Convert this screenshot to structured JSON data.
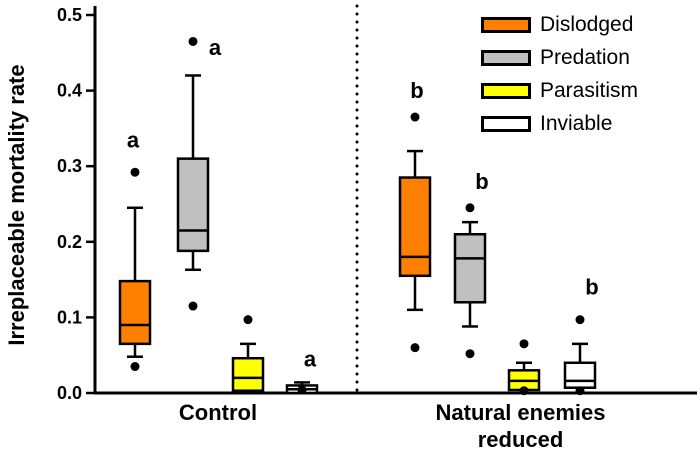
{
  "chart_data": {
    "type": "boxplot",
    "title": "",
    "ylabel": "Irreplaceable mortality rate",
    "ylim": [
      0,
      0.5
    ],
    "yticks": [
      0.0,
      0.1,
      0.2,
      0.3,
      0.4,
      0.5
    ],
    "ytick_labels": [
      "0.0",
      "0.1",
      "0.2",
      "0.3",
      "0.4",
      "0.5"
    ],
    "legend_position": "top-right",
    "legend": [
      {
        "label": "Dislodged",
        "color": "#ff8000"
      },
      {
        "label": "Predation",
        "color": "#c0c0c0"
      },
      {
        "label": "Parasitism",
        "color": "#ffff00"
      },
      {
        "label": "Inviable",
        "color": "#ffffff"
      }
    ],
    "divider": {
      "style": "dotted",
      "between_groups": true
    },
    "groups": [
      {
        "label": "Control",
        "boxes": [
          {
            "series": "Dislodged",
            "q1": 0.065,
            "median": 0.09,
            "q3": 0.148,
            "whisker_low": 0.048,
            "whisker_high": 0.245,
            "outliers": [
              0.035,
              0.292
            ],
            "letter": "a",
            "letter_y": 0.325,
            "letter_dx": -2
          },
          {
            "series": "Predation",
            "q1": 0.188,
            "median": 0.215,
            "q3": 0.31,
            "whisker_low": 0.163,
            "whisker_high": 0.42,
            "outliers": [
              0.115,
              0.465
            ],
            "letter": "a",
            "letter_y": 0.447,
            "letter_dx": 22
          },
          {
            "series": "Parasitism",
            "q1": 0.003,
            "median": 0.02,
            "q3": 0.046,
            "whisker_low": 0.003,
            "whisker_high": 0.065,
            "outliers": [
              0.097
            ],
            "letter": ""
          },
          {
            "series": "Inviable",
            "q1": 0.0,
            "median": 0.005,
            "q3": 0.01,
            "whisker_low": 0.0,
            "whisker_high": 0.014,
            "outliers": [
              0.004
            ],
            "letter": "a",
            "letter_y": 0.035,
            "letter_dx": 8
          }
        ]
      },
      {
        "label": "Natural enemies reduced",
        "boxes": [
          {
            "series": "Dislodged",
            "q1": 0.155,
            "median": 0.18,
            "q3": 0.285,
            "whisker_low": 0.11,
            "whisker_high": 0.32,
            "outliers": [
              0.06,
              0.365
            ],
            "letter": "b",
            "letter_y": 0.39,
            "letter_dx": 2
          },
          {
            "series": "Predation",
            "q1": 0.12,
            "median": 0.178,
            "q3": 0.21,
            "whisker_low": 0.088,
            "whisker_high": 0.226,
            "outliers": [
              0.052,
              0.245
            ],
            "letter": "b",
            "letter_y": 0.27,
            "letter_dx": 12
          },
          {
            "series": "Parasitism",
            "q1": 0.004,
            "median": 0.016,
            "q3": 0.03,
            "whisker_low": 0.004,
            "whisker_high": 0.04,
            "outliers": [
              0.003,
              0.065
            ],
            "letter": ""
          },
          {
            "series": "Inviable",
            "q1": 0.007,
            "median": 0.016,
            "q3": 0.04,
            "whisker_low": 0.007,
            "whisker_high": 0.065,
            "outliers": [
              0.003,
              0.097
            ],
            "letter": "b",
            "letter_y": 0.13,
            "letter_dx": 12
          }
        ]
      }
    ]
  }
}
